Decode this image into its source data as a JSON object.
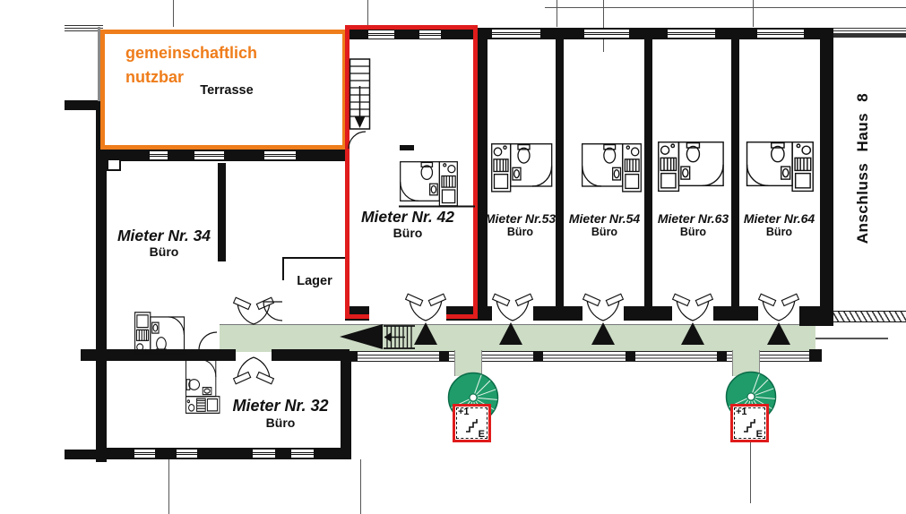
{
  "colors": {
    "highlight_orange": "#EF7D1B",
    "highlight_red": "#E01C1C",
    "corridor_green": "#CDDCC5",
    "stair_green": "#1F9C6A",
    "wall_black": "#111111"
  },
  "common_area": {
    "line1": "gemeinschaftlich",
    "line2": "nutzbar"
  },
  "rooms": {
    "terrasse": {
      "name": "Terrasse"
    },
    "mieter34": {
      "tenant": "Mieter Nr. 34",
      "type": "Büro"
    },
    "mieter42": {
      "tenant": "Mieter Nr. 42",
      "type": "Büro"
    },
    "mieter53": {
      "tenant": "Mieter Nr.53",
      "type": "Büro"
    },
    "mieter54": {
      "tenant": "Mieter Nr.54",
      "type": "Büro"
    },
    "mieter63": {
      "tenant": "Mieter Nr.63",
      "type": "Büro"
    },
    "mieter64": {
      "tenant": "Mieter Nr.64",
      "type": "Büro"
    },
    "mieter32": {
      "tenant": "Mieter Nr. 32",
      "type": "Büro"
    },
    "lager": {
      "name": "Lager"
    }
  },
  "connection": {
    "label": "Anschluss Haus 8"
  },
  "level_marker": {
    "upper": "+1",
    "ground": "E"
  }
}
